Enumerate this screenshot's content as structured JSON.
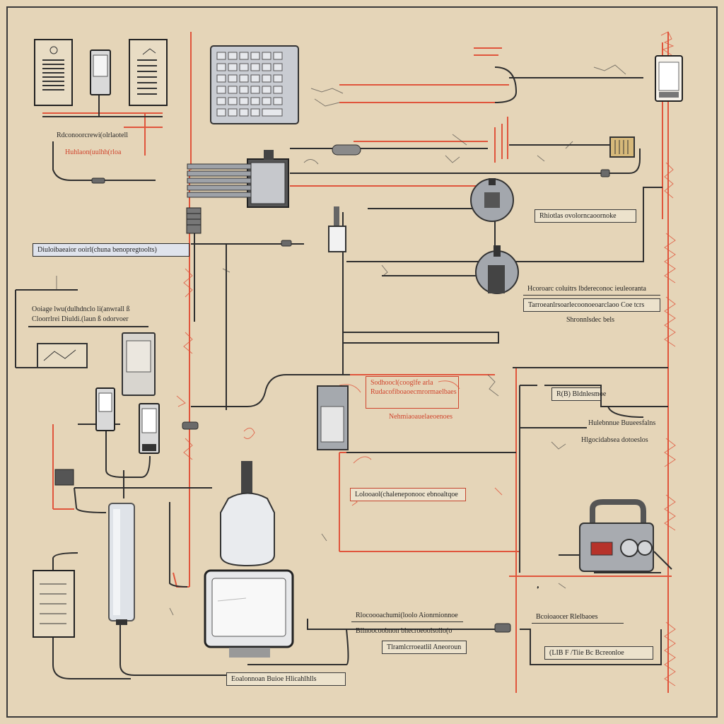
{
  "labels": {
    "main_caption": "Diuloibaeaior ooirl(chuna benopregtoolts)",
    "right_caption": "Rhiotlas ovolorncaoornoke",
    "left_note_line1": "Ooiage lwu(dulhdnclo li(anwrall ß",
    "left_note_line2": "Cloorrlrei Diuldi.(laun ß odorvoer",
    "top_left_line1": "Rdconoorcrewi(olrlaotell",
    "top_left_line2": "Huhlaon(uulhh(rloa",
    "right_stack_line1": "Hcoroarc coluitrs lbdereconoc ieuleoranta",
    "right_stack_line2": "Tarroeanlrsoarlecoonoeoarclaoo Coe tcrs",
    "right_stack_line3": "Shronnlsdec bels",
    "center_red_line1": "Sodhoocl(cooglfe arla",
    "center_red_line2": "Rudacofiboaoecmrormaelbaes",
    "center_red_line3": "Nehmiaoauelaeoenoes",
    "right_small_box": "R(B) Bldnlesmoe",
    "right_small_line1": "Hulebnnue Buueesfalns",
    "right_small_line2": "Hlgocidabsea dotoeslos",
    "middle_box": "Lolooaol(chaleneponooc ebnoaltqoe",
    "bottom_center_line1": "Rlocoooachumi(loolo Aionrnionnoe",
    "bottom_center_line2": "Bllnoocoobnon bhecroeoolsolio(o",
    "bottom_center_line3": "Tlramlcrroeatlil Aneoroun",
    "bottom_right_line1": "Bcoioaocer Rlelbaoes",
    "bottom_right_line2": "(LIB F  /Tiie  Bc Bcreonloe",
    "bottom_caption": "Eoalonnoan  Buioe  Hlicahlhlls"
  },
  "colors": {
    "background": "#e5d5b8",
    "wire": "#2f2f2f",
    "accent_red": "#e0553c",
    "device_gray": "#9a9ea6",
    "panel_blue": "#dfe3ec"
  }
}
